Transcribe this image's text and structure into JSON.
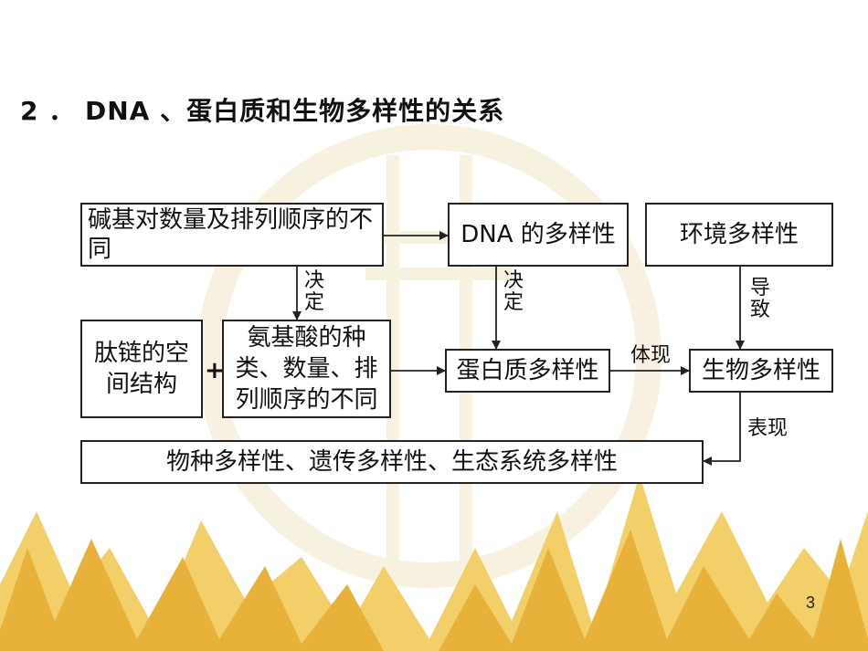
{
  "title": "2 ． DNA 、蛋白质和生物多样性的关系",
  "boxes": {
    "base_order": "碱基对数量及排列顺序的不同",
    "dna_diversity": "DNA 的多样性",
    "env_diversity": "环境多样性",
    "peptide_structure": "肽链的空间结构",
    "amino_acid": "氨基酸的种类、数量、排列顺序的不同",
    "protein_diversity": "蛋白质多样性",
    "bio_diversity": "生物多样性",
    "levels": "物种多样性、遗传多样性、生态系统多样性"
  },
  "labels": {
    "decide_1": "决定",
    "decide_2": "决定",
    "lead_to": "导致",
    "embody": "体现",
    "manifest": "表现",
    "plus": "+"
  },
  "page_number": "3",
  "colors": {
    "bg_mountains": "#e8b23a",
    "bg_mountains_light": "#f3cf6a",
    "watermark": "#f2e6c8"
  }
}
